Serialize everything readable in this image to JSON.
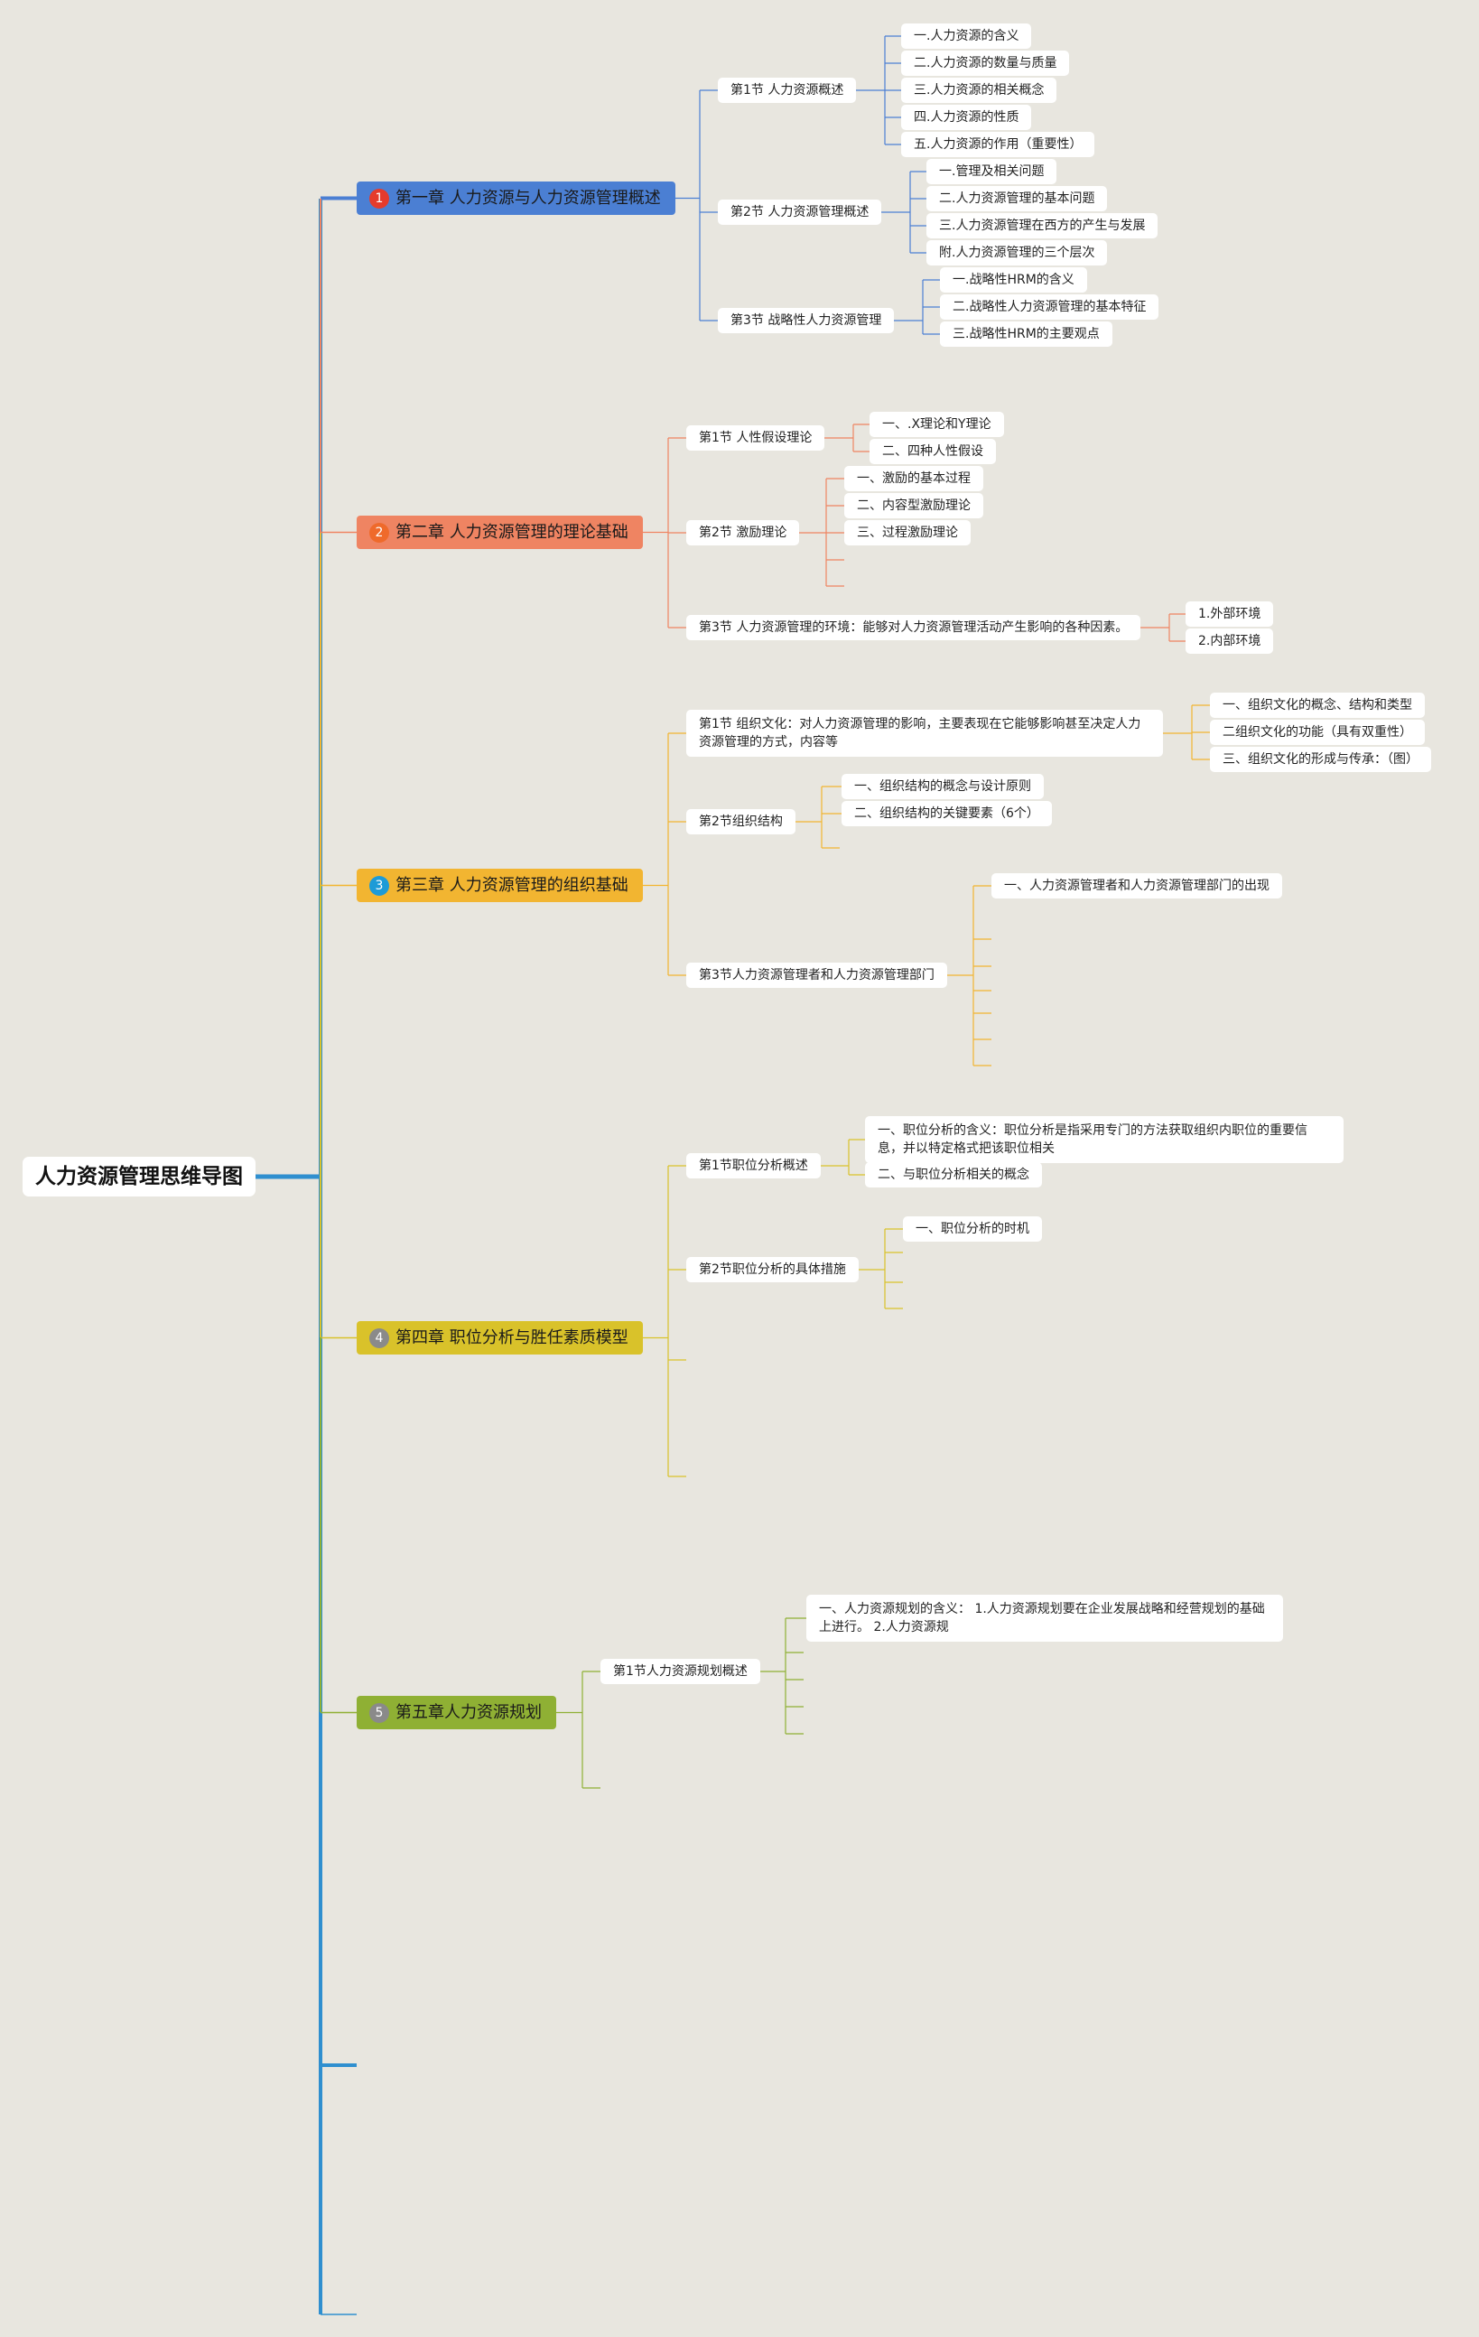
{
  "title": "人力资源管理思维导图",
  "colors": {
    "background": "#e8e6df",
    "root_line": "#2f8fcf",
    "ch1": "#4b7fd3",
    "ch2": "#ef8462",
    "ch3": "#f2b531",
    "ch4": "#d9c22a",
    "ch5": "#8fb034",
    "ch1_badge": "#e53b2c",
    "ch2_badge": "#ef6a2b",
    "ch3_badge": "#1d9bd7",
    "ch4_badge": "#8a8a8a",
    "ch5_badge": "#8a8a8a"
  },
  "chapters": [
    {
      "badge": "1",
      "label": "第一章 人力资源与人力资源管理概述",
      "sections": [
        {
          "label": "第1节 人力资源概述",
          "items": [
            "一.人力资源的含义",
            "二.人力资源的数量与质量",
            "三.人力资源的相关概念",
            "四.人力资源的性质",
            "五.人力资源的作用（重要性）"
          ]
        },
        {
          "label": "第2节 人力资源管理概述",
          "items": [
            "一.管理及相关问题",
            "二.人力资源管理的基本问题",
            "三.人力资源管理在西方的产生与发展",
            "附.人力资源管理的三个层次"
          ]
        },
        {
          "label": "第3节 战略性人力资源管理",
          "items": [
            "一.战略性HRM的含义",
            "二.战略性人力资源管理的基本特征",
            "三.战略性HRM的主要观点"
          ]
        }
      ]
    },
    {
      "badge": "2",
      "label": "第二章 人力资源管理的理论基础",
      "sections": [
        {
          "label": "第1节 人性假设理论",
          "items": [
            "一、.X理论和Y理论",
            "二、四种人性假设"
          ]
        },
        {
          "label": "第2节 激励理论",
          "items": [
            "一、激励的基本过程",
            "二、内容型激励理论",
            "三、过程激励理论"
          ]
        },
        {
          "label": "第3节 人力资源管理的环境：能够对人力资源管理活动产生影响的各种因素。",
          "items": [
            "1.外部环境",
            "2.内部环境"
          ]
        }
      ]
    },
    {
      "badge": "3",
      "label": "第三章 人力资源管理的组织基础",
      "sections": [
        {
          "label": "第1节 组织文化：对人力资源管理的影响，主要表现在它能够影响甚至决定人力资源管理的方式，内容等",
          "items": [
            "一、组织文化的概念、结构和类型",
            "二组织文化的功能（具有双重性）",
            "三、组织文化的形成与传承：（图）"
          ]
        },
        {
          "label": "第2节组织结构",
          "items": [
            "一、组织结构的概念与设计原则",
            "二、组织结构的关键要素（6个）"
          ]
        },
        {
          "label": "第3节人力资源管理者和人力资源管理部门",
          "items": [
            "一、人力资源管理者和人力资源管理部门的出现"
          ]
        }
      ]
    },
    {
      "badge": "4",
      "label": "第四章 职位分析与胜任素质模型",
      "sections": [
        {
          "label": "第1节职位分析概述",
          "items": [
            "一、职位分析的含义：职位分析是指采用专门的方法获取组织内职位的重要信息，并以特定格式把该职位相关",
            "二、与职位分析相关的概念"
          ]
        },
        {
          "label": "第2节职位分析的具体措施",
          "items": [
            "一、职位分析的时机"
          ]
        }
      ]
    },
    {
      "badge": "5",
      "label": "第五章人力资源规划",
      "sections": [
        {
          "label": "第1节人力资源规划概述",
          "items": [
            "一、人力资源规划的含义： 1.人力资源规划要在企业发展战略和经营规划的基础上进行。 2.人力资源规"
          ]
        }
      ]
    }
  ]
}
